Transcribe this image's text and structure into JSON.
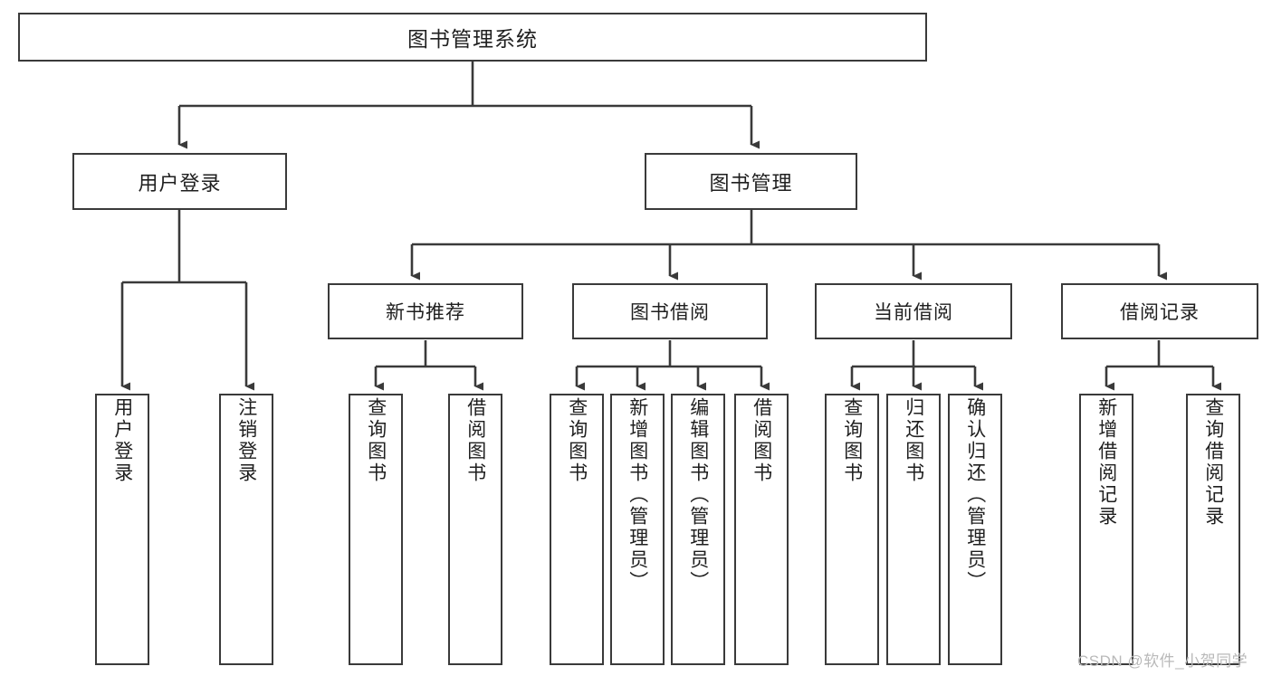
{
  "diagram": {
    "type": "tree-hierarchy-functional-decomposition",
    "title": "图书管理系统",
    "root": {
      "id": "root",
      "label": "图书管理系统"
    },
    "level1": [
      {
        "id": "user-login",
        "label": "用户登录"
      },
      {
        "id": "book-management",
        "label": "图书管理"
      }
    ],
    "level2": [
      {
        "id": "new-book-recommend",
        "label": "新书推荐",
        "parent": "book-management"
      },
      {
        "id": "book-borrow",
        "label": "图书借阅",
        "parent": "book-management"
      },
      {
        "id": "current-borrow",
        "label": "当前借阅",
        "parent": "book-management"
      },
      {
        "id": "borrow-record",
        "label": "借阅记录",
        "parent": "book-management"
      }
    ],
    "leaves": {
      "user_login": [
        {
          "id": "leaf-user-login",
          "label": "用户登录"
        },
        {
          "id": "leaf-user-logout",
          "label": "注销登录"
        }
      ],
      "new_book_recommend": [
        {
          "id": "leaf-query-book-1",
          "label": "查询图书"
        },
        {
          "id": "leaf-borrow-book-1",
          "label": "借阅图书"
        }
      ],
      "book_borrow": [
        {
          "id": "leaf-query-book-2",
          "label": "查询图书"
        },
        {
          "id": "leaf-add-book",
          "label": "新增图书（管理员）"
        },
        {
          "id": "leaf-edit-book",
          "label": "编辑图书（管理员）"
        },
        {
          "id": "leaf-borrow-book-2",
          "label": "借阅图书"
        }
      ],
      "current_borrow": [
        {
          "id": "leaf-query-book-3",
          "label": "查询图书"
        },
        {
          "id": "leaf-return-book",
          "label": "归还图书"
        },
        {
          "id": "leaf-confirm-return",
          "label": "确认归还（管理员）"
        }
      ],
      "borrow_record": [
        {
          "id": "leaf-add-record",
          "label": "新增借阅记录"
        },
        {
          "id": "leaf-query-record",
          "label": "查询借阅记录"
        }
      ]
    },
    "colors": {
      "stroke": "#3a3a3a",
      "text": "#1f1f1f",
      "background": "#ffffff",
      "watermark": "#b9b9b9"
    }
  },
  "watermark": {
    "text": "CSDN @软件_小贺同学"
  }
}
